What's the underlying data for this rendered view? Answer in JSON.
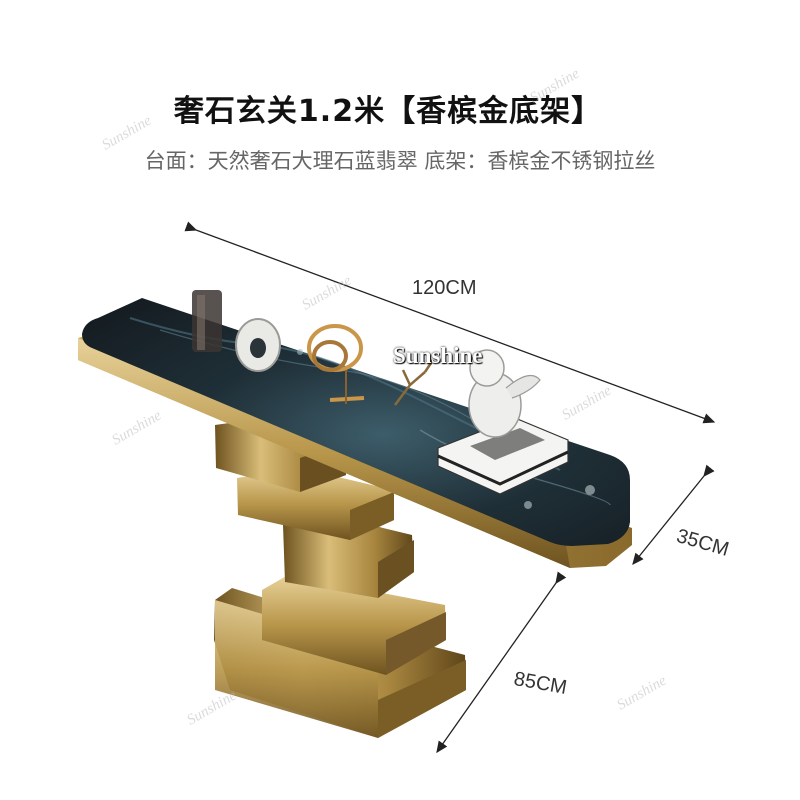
{
  "heading": {
    "title": "奢石玄关1.2米【香槟金底架】",
    "subtitle": "台面：天然奢石大理石蓝翡翠  底架：香槟金不锈钢拉丝"
  },
  "dimensions": {
    "width_label": "120CM",
    "depth_label": "35CM",
    "height_label": "85CM"
  },
  "watermark": {
    "text": "Sunshine"
  },
  "colors": {
    "marble": "#22343c",
    "gold": "#b8964a",
    "gold_dark": "#7d6128",
    "gold_light": "#e2c98a"
  }
}
